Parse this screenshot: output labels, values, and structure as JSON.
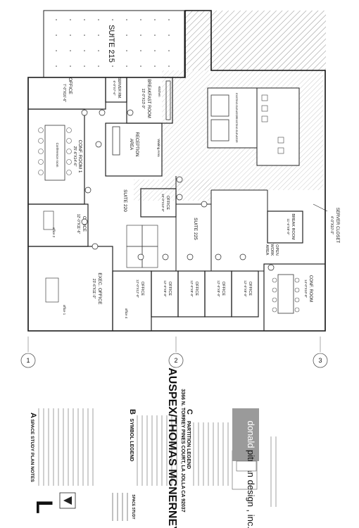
{
  "plan": {
    "suites": {
      "s215": "SUITE 215",
      "s220": "SUITE 220",
      "s225": "SUITE 225"
    },
    "rooms": {
      "office_top": "OFFICE",
      "office_top_dim": "7'-0\"X16'-6\"",
      "server_room": "SERVER RM.",
      "server_room_dim": "6'-0\"X7'-6\"",
      "breakfast_room": "BREAKFAST ROOM",
      "breakfast_room_dim": "13'-0\"X13'-9\"",
      "conf_room_1": "CONF. ROOM 1",
      "conf_room_1_dim": "25'-6\"X14'-6\"",
      "conf_room_1_note": "Conference room",
      "reception": "RECEPTION",
      "reception_area": "AREA",
      "waiting_area": "Waiting Area",
      "office_2": "OFFICE",
      "office_2_dim": "12'-0\"X11'-6\"",
      "office_2_note": "office 2",
      "office_center": "OFFICE",
      "office_center_dim": "10'-0\"X10'-0\"",
      "exec_office": "EXEC. OFFICE",
      "exec_office_dim": "23'-6\"X11'-0\"",
      "office_1_note": "office 1",
      "office_4_note": "office 4",
      "office_a": "OFFICE",
      "office_a_dim": "12'-0\"X12'-0\"",
      "office_b": "OFFICE",
      "office_b_dim": "12'-0\"X8'-0\"",
      "office_c": "OFFICE",
      "office_c_dim": "12'-0\"X8'-0\"",
      "office_d": "OFFICE",
      "office_d_dim": "12'-0\"X8'-0\"",
      "office_e": "OFFICE",
      "office_e_dim": "12'-0\"X8'-0\"",
      "break_room": "BREAK ROOM",
      "break_room_dim": "11'-6\"X8'-0\"",
      "open_work": "OPEN",
      "open_work_2": "WORK",
      "open_work_3": "AREA",
      "conf_room_2": "CONF. ROOM",
      "conf_room_2_dim": "14'-0\"X10'-0\"",
      "server_closet": "SERVER CLOSET",
      "server_closet_dim": "4'-0\"X10'-0\"",
      "existing_elevator": "EXISTING ELEVATOR",
      "existing_elevator_2": "EXISTING ELEVATOR",
      "kitchen": "Kitchen"
    },
    "grid_markers": [
      "1",
      "2",
      "3"
    ]
  },
  "legend": {
    "notes_title": "SPACE STUDY PLAN NOTES",
    "notes_letter": "A",
    "symbol_title": "SYMBOL LEGEND",
    "symbol_letter": "B",
    "partition_title": "PARTITION LEGEND",
    "partition_letter": "C"
  },
  "title_block": {
    "client": "AUSPEX/THOMAS MCNERNEY",
    "address": "3366 N. TORREY PINES COURT, LA JOLLA CA 92037",
    "firm_first": "donald",
    "firm_rest": "pitman design , inc.",
    "sheet_letter": "L",
    "drawing_title": "SPACE STUDY",
    "colors": {
      "firm_banner": "#9a9a9a",
      "firm_text": "#ffffff",
      "ink": "#111111"
    }
  }
}
